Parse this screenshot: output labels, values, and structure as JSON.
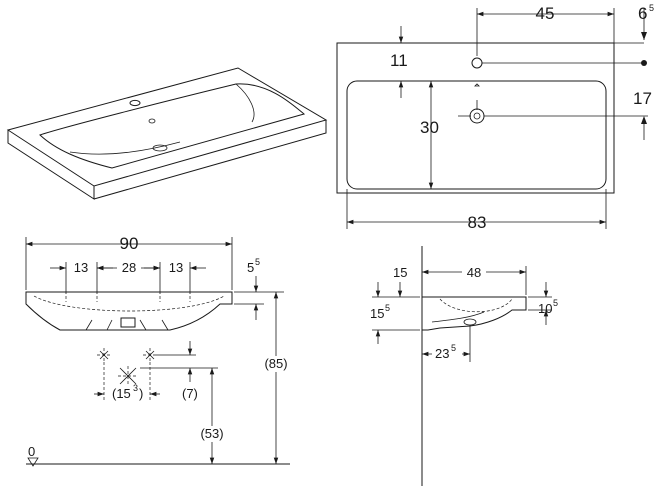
{
  "plan_view": {
    "dim_tap_to_right": "45",
    "dim_edge_main": "6",
    "dim_edge_sup": "5",
    "dim_top_to_bowl": "11",
    "dim_bowl_depth": "30",
    "dim_tap_to_drain": "17",
    "dim_bowl_width": "83"
  },
  "front_view": {
    "dim_overall_width": "90",
    "dim_hole_left": "13",
    "dim_hole_center": "28",
    "dim_hole_right": "13",
    "dim_rim_main": "5",
    "dim_rim_sup": "5",
    "dim_waste_main": "(15",
    "dim_waste_sup": "3",
    "dim_waste_close": ")",
    "dim_waste_drop": "(7)",
    "dim_waste_height": "(53)",
    "dim_rim_height": "(85)",
    "floor_label": "0"
  },
  "side_view": {
    "dim_wall_gap": "15",
    "dim_basin_depth": "48",
    "dim_front_main": "10",
    "dim_front_sup": "5",
    "dim_under_main": "15",
    "dim_under_sup": "5",
    "dim_drain_main": "23",
    "dim_drain_sup": "5"
  }
}
